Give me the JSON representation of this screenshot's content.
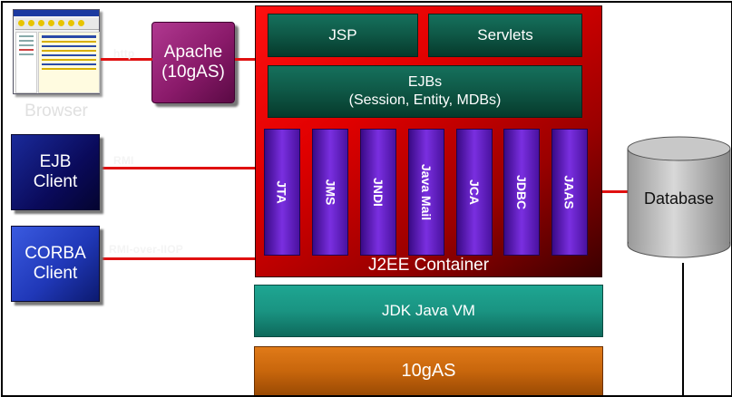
{
  "clients": {
    "browser": {
      "caption": "Browser",
      "protocol": "http"
    },
    "ejb": {
      "line1": "EJB",
      "line2": "Client",
      "protocol": "RMI"
    },
    "corba": {
      "line1": "CORBA",
      "line2": "Client",
      "protocol": "RMI-over-IIOP"
    }
  },
  "apache": {
    "line1": "Apache",
    "line2": "(10gAS)"
  },
  "container": {
    "label": "J2EE Container",
    "jsp": "JSP",
    "servlets": "Servlets",
    "ejbs": {
      "line1": "EJBs",
      "line2": "(Session, Entity, MDBs)"
    },
    "services": [
      "JTA",
      "JMS",
      "JNDI",
      "Java Mail",
      "JCA",
      "JDBC",
      "JAAS"
    ]
  },
  "jvm": "JDK Java VM",
  "platform": "10gAS",
  "database": "Database",
  "colors": {
    "wire": "#e01010",
    "container_red": "#e00000",
    "jvm_teal": "#1a9482",
    "platform_orange": "#c8660c",
    "client_navy": "#0a0a5a",
    "client_blue": "#2038b8",
    "apache_magenta": "#8a1a6a"
  }
}
